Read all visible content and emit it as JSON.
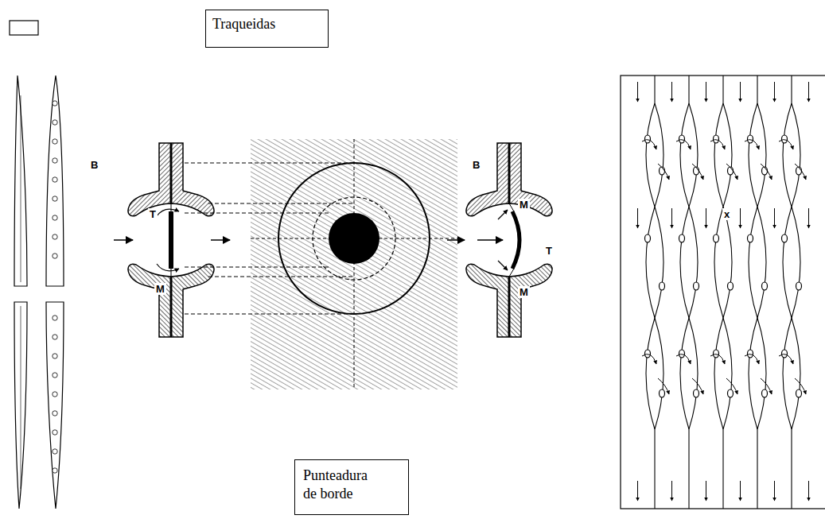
{
  "diagram": {
    "nodes": [
      {
        "text": [
          "Traqueidas"
        ]
      },
      {
        "text": [
          "Punteadura de borde"
        ]
      }
    ],
    "labels": [
      "B",
      "T",
      "M",
      "B",
      "M",
      "T",
      "M",
      "x"
    ]
  }
}
